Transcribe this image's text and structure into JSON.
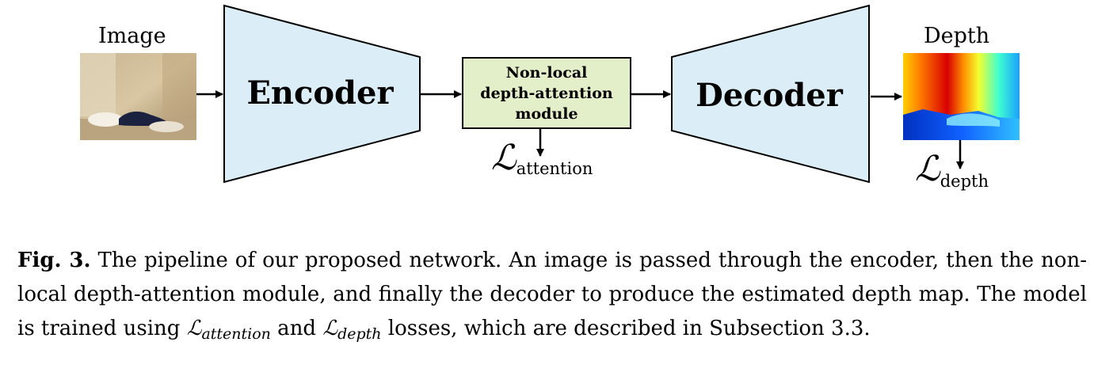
{
  "diagram": {
    "input_label": "Image",
    "output_label": "Depth",
    "encoder_label": "Encoder",
    "decoder_label": "Decoder",
    "module_lines": [
      "Non-local",
      "depth-attention",
      "module"
    ],
    "loss_attention": {
      "symbol": "ℒ",
      "subscript": "attention"
    },
    "loss_depth": {
      "symbol": "ℒ",
      "subscript": "depth"
    },
    "colors": {
      "block_fill": "#dbeef8",
      "module_fill": "#e3efc9",
      "stroke": "#000000"
    }
  },
  "caption": {
    "fig_number": "Fig. 3.",
    "text_1": " The pipeline of our proposed network. An image is passed through the encoder, then the non-local depth-attention module, and finally the decoder to produce the estimated depth map. The model is trained using ",
    "loss1_symbol": "ℒ",
    "loss1_subscript": "attention",
    "text_2": " and ",
    "loss2_symbol": "ℒ",
    "loss2_subscript": "depth",
    "text_3": " losses, which are described in Subsection 3.3."
  }
}
